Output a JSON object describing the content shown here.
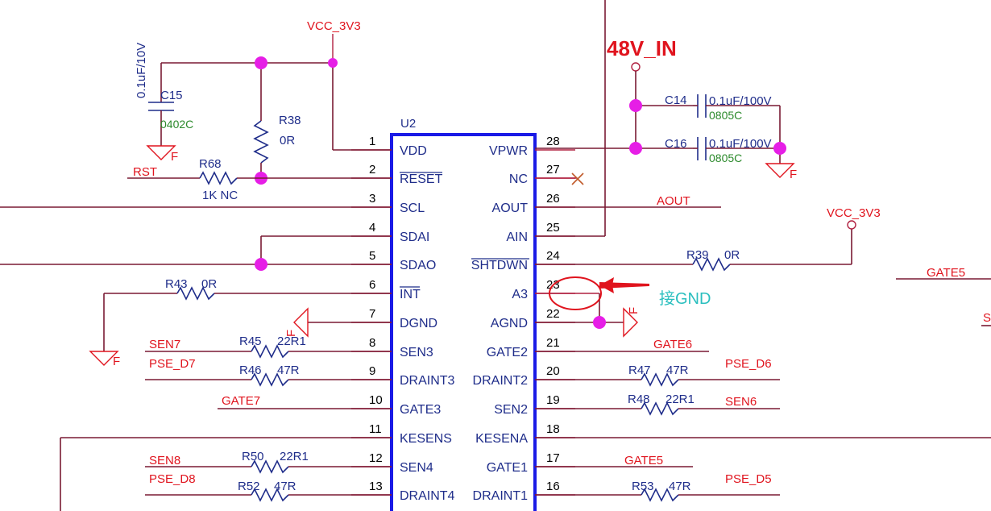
{
  "ic": {
    "ref": "U2",
    "left_pins": [
      {
        "num": "1",
        "label": "VDD"
      },
      {
        "num": "2",
        "label": "RESET"
      },
      {
        "num": "3",
        "label": "SCL"
      },
      {
        "num": "4",
        "label": "SDAI"
      },
      {
        "num": "5",
        "label": "SDAO"
      },
      {
        "num": "6",
        "label": "INT"
      },
      {
        "num": "7",
        "label": "DGND"
      },
      {
        "num": "8",
        "label": "SEN3"
      },
      {
        "num": "9",
        "label": "DRAINT3"
      },
      {
        "num": "10",
        "label": "GATE3"
      },
      {
        "num": "11",
        "label": "KESENS"
      },
      {
        "num": "12",
        "label": "SEN4"
      },
      {
        "num": "13",
        "label": "DRAINT4"
      }
    ],
    "right_pins": [
      {
        "num": "28",
        "label": "VPWR"
      },
      {
        "num": "27",
        "label": "NC"
      },
      {
        "num": "26",
        "label": "AOUT"
      },
      {
        "num": "25",
        "label": "AIN"
      },
      {
        "num": "24",
        "label": "SHTDWN"
      },
      {
        "num": "23",
        "label": "A3"
      },
      {
        "num": "22",
        "label": "AGND"
      },
      {
        "num": "21",
        "label": "GATE2"
      },
      {
        "num": "20",
        "label": "DRAINT2"
      },
      {
        "num": "19",
        "label": "SEN2"
      },
      {
        "num": "18",
        "label": "KESENA"
      },
      {
        "num": "17",
        "label": "GATE1"
      },
      {
        "num": "16",
        "label": "DRAINT1"
      }
    ]
  },
  "power": {
    "vcc_top": "VCC_3V3",
    "vcc_right": "VCC_3V3",
    "vin": "48V_IN"
  },
  "components": {
    "c15": {
      "ref": "C15",
      "value": "0.1uF/10V",
      "pkg": "0402C"
    },
    "c14": {
      "ref": "C14",
      "value": "0.1uF/100V",
      "pkg": "0805C"
    },
    "c16": {
      "ref": "C16",
      "value": "0.1uF/100V",
      "pkg": "0805C"
    },
    "r38": {
      "ref": "R38",
      "value": "0R"
    },
    "r68": {
      "ref": "R68",
      "value": "1K NC"
    },
    "r43": {
      "ref": "R43",
      "value": "0R"
    },
    "r39": {
      "ref": "R39",
      "value": "0R"
    },
    "r45": {
      "ref": "R45",
      "value": "22R1"
    },
    "r46": {
      "ref": "R46",
      "value": "47R"
    },
    "r50": {
      "ref": "R50",
      "value": "22R1"
    },
    "r52": {
      "ref": "R52",
      "value": "47R"
    },
    "r47": {
      "ref": "R47",
      "value": "47R"
    },
    "r48": {
      "ref": "R48",
      "value": "22R1"
    },
    "r53": {
      "ref": "R53",
      "value": "47R"
    }
  },
  "nets": {
    "rst": "RST",
    "aout": "AOUT",
    "gate5_far": "GATE5",
    "sen7": "SEN7",
    "pse_d7": "PSE_D7",
    "gate7": "GATE7",
    "sen8": "SEN8",
    "pse_d8": "PSE_D8",
    "gate6": "GATE6",
    "pse_d6": "PSE_D6",
    "sen6": "SEN6",
    "gate5": "GATE5",
    "pse_d5": "PSE_D5"
  },
  "ground_label": "F",
  "annotation": "接GND"
}
